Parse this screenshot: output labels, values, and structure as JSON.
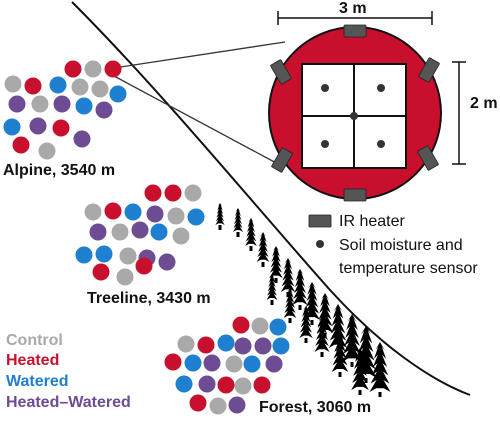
{
  "colors": {
    "control": "#a9a9a9",
    "heated": "#c8102e",
    "watered": "#1f7fd0",
    "heated_watered": "#6d4c93",
    "plot_fill": "#c8102e",
    "heater": "#555555",
    "sensor": "#333333"
  },
  "sites": {
    "alpine": {
      "label": "Alpine, 3540 m"
    },
    "treeline": {
      "label": "Treeline, 3430 m"
    },
    "forest": {
      "label": "Forest, 3060 m"
    }
  },
  "legend": {
    "control": "Control",
    "heated": "Heated",
    "watered": "Watered",
    "heated_watered": "Heated–Watered"
  },
  "plot_detail": {
    "width_label": "3 m",
    "height_label": "2 m",
    "heater_label": "IR heater",
    "sensor_label_line1": "Soil moisture and",
    "sensor_label_line2": "temperature sensor"
  },
  "icons": {
    "heater": "rectangle-heater-icon",
    "sensor": "dot-sensor-icon",
    "tree": "conifer-tree-icon"
  }
}
